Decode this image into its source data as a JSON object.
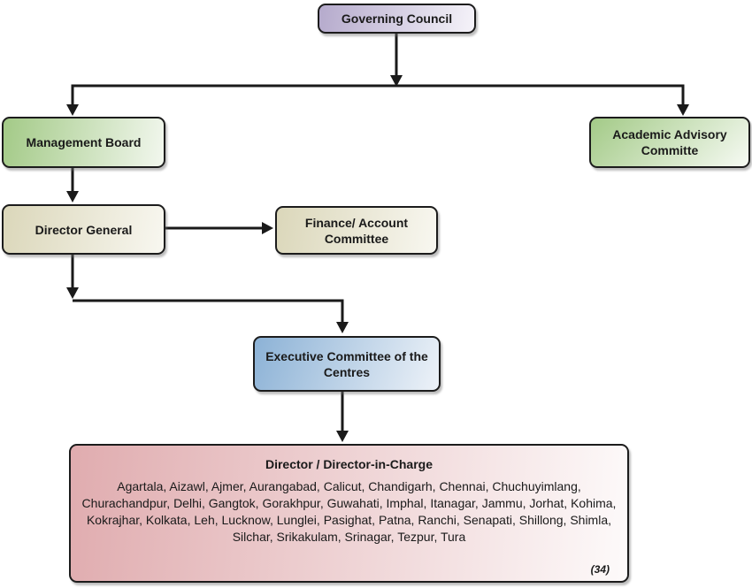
{
  "diagram": {
    "type": "org-chart",
    "nodes": {
      "governing_council": {
        "label": "Governing Council"
      },
      "management_board": {
        "label": "Management Board"
      },
      "academic_advisory": {
        "label": "Academic Advisory Committe"
      },
      "director_general": {
        "label": "Director General"
      },
      "finance_account": {
        "label": "Finance/ Account Committee"
      },
      "executive_committee": {
        "label": "Executive Committee of the Centres"
      },
      "directors": {
        "title": "Director / Director-in-Charge",
        "centers": [
          "Agartala",
          "Aizawl",
          "Ajmer",
          "Aurangabad",
          "Calicut",
          "Chandigarh",
          "Chennai",
          "Chuchuyimlang",
          "Churachandpur",
          "Delhi",
          "Gangtok",
          "Gorakhpur",
          "Guwahati",
          "Imphal",
          "Itanagar",
          "Jammu",
          "Jorhat",
          "Kohima",
          "Kokrajhar",
          "Kolkata",
          "Leh",
          "Lucknow",
          "Lunglei",
          "Pasighat",
          "Patna",
          "Ranchi",
          "Senapati",
          "Shillong",
          "Shimla",
          "Silchar",
          "Srikakulam",
          "Srinagar",
          "Tezpur",
          "Tura"
        ],
        "count_label": "(34)"
      }
    },
    "edges": [
      {
        "from": "governing_council",
        "to": "management_board"
      },
      {
        "from": "governing_council",
        "to": "academic_advisory"
      },
      {
        "from": "management_board",
        "to": "director_general"
      },
      {
        "from": "director_general",
        "to": "finance_account"
      },
      {
        "from": "director_general",
        "to": "executive_committee"
      },
      {
        "from": "executive_committee",
        "to": "directors"
      }
    ],
    "colors": {
      "governing_council": "#b5aacc",
      "management_board": "#a3ca87",
      "academic_advisory": "#a3ca87",
      "director_general": "#dbd7ba",
      "finance_account": "#dbd7ba",
      "executive_committee": "#8cb2d6",
      "directors": "#e0acaf",
      "border": "#1c1c1c",
      "arrow": "#1a1a1a",
      "background": "#ffffff"
    }
  }
}
